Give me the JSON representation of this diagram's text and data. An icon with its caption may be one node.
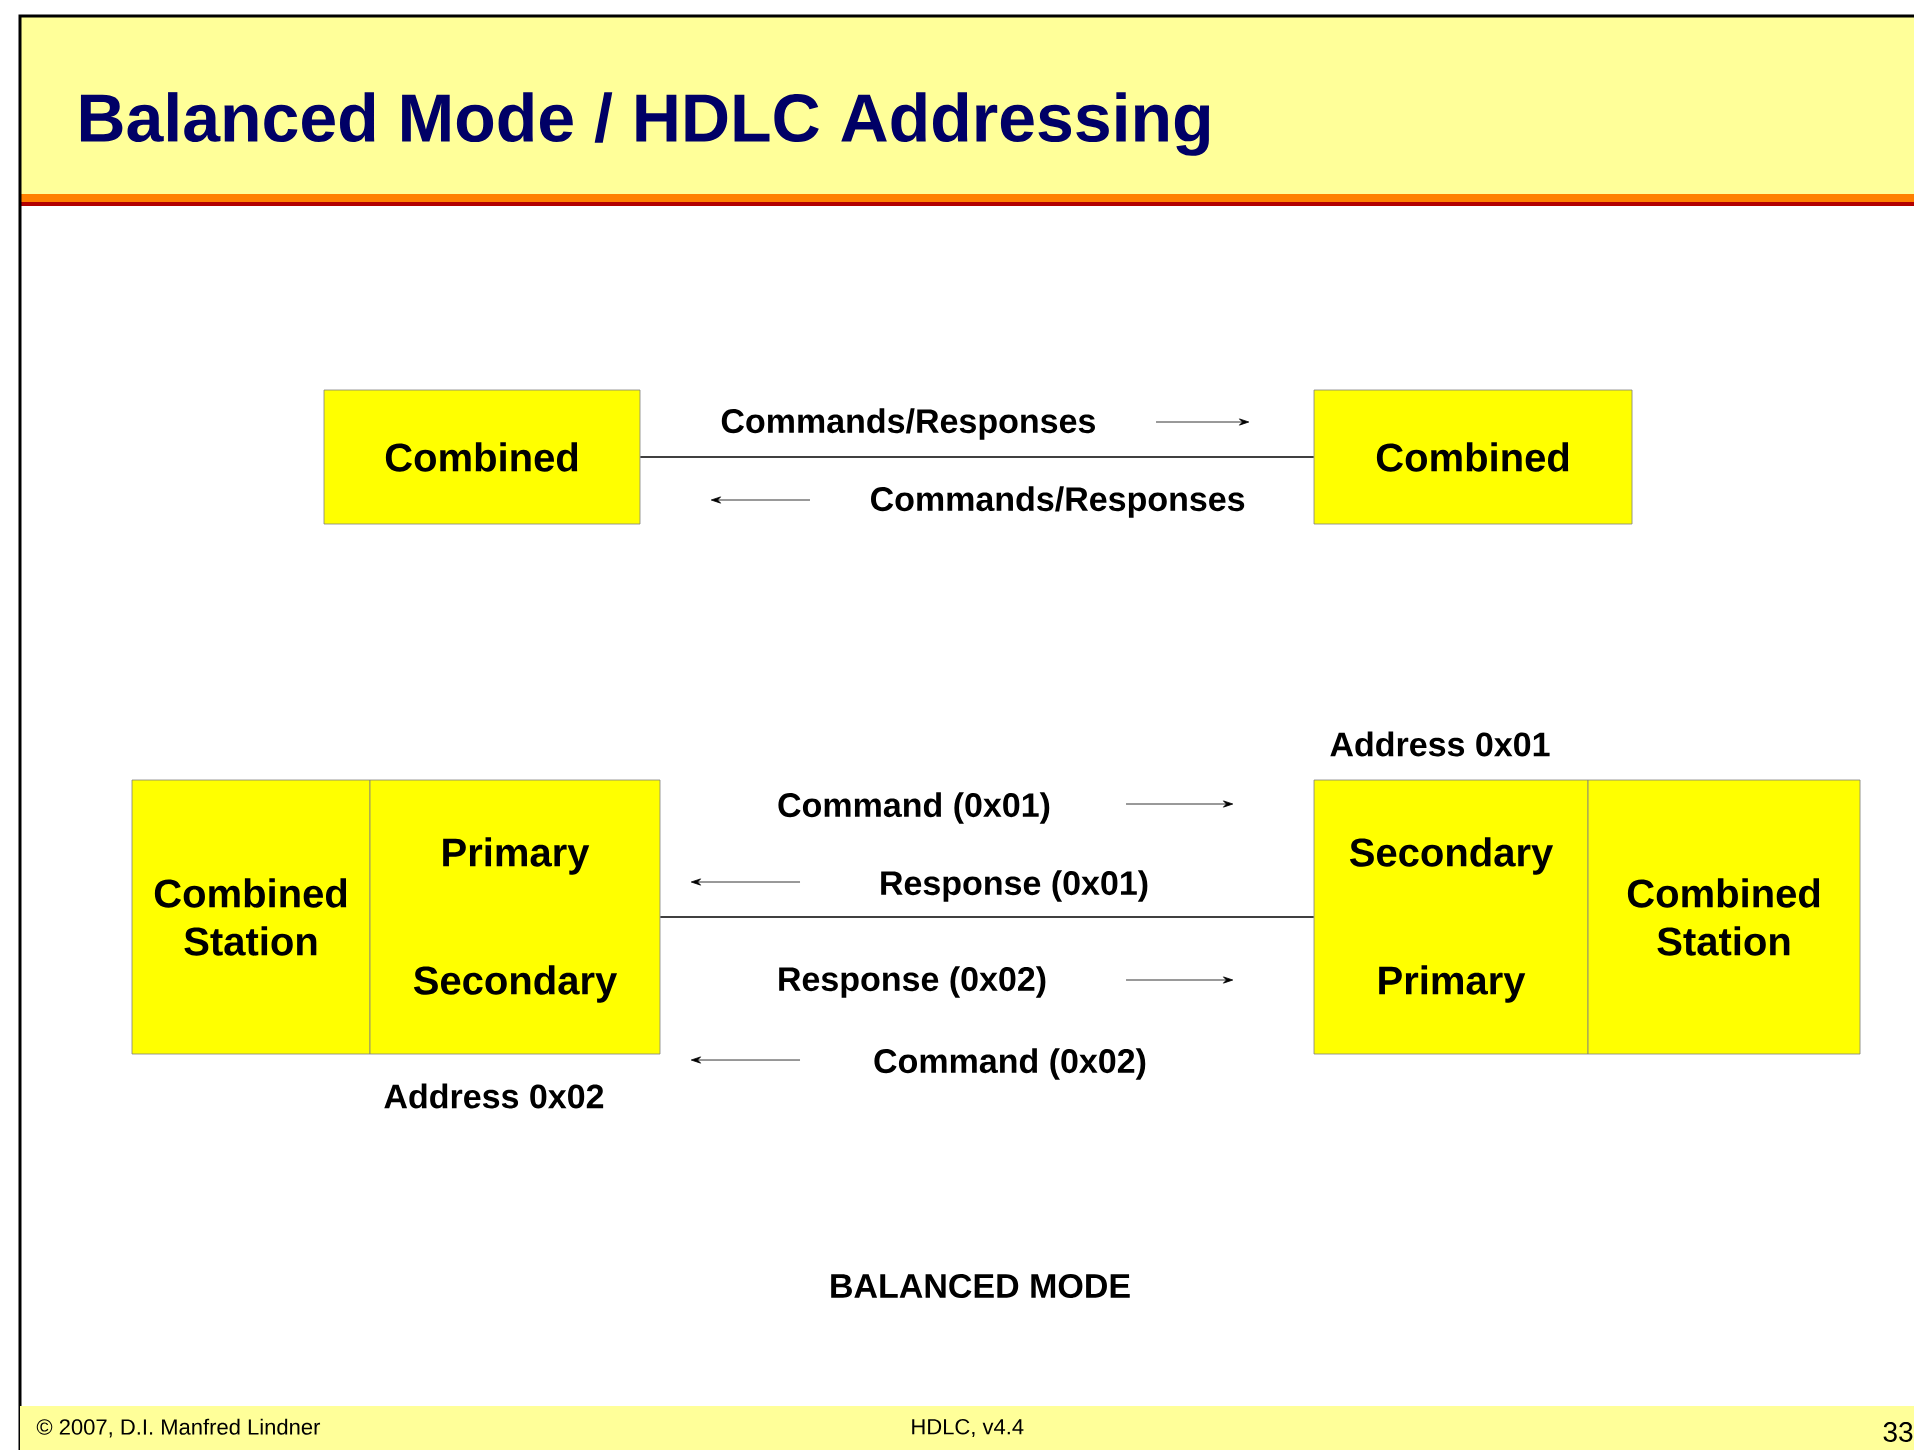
{
  "diagram": {
    "title": "Balanced Mode / HDLC Addressing",
    "nodes": [
      {
        "text": [
          "Combined"
        ]
      },
      {
        "text": [
          "Combined"
        ]
      },
      {
        "text": [
          "Combined Station"
        ]
      },
      {
        "text": [
          "Primary",
          "Secondary"
        ],
        "beside": [
          "Address 0x02"
        ]
      },
      {
        "text": [
          "Secondary",
          "Primary"
        ],
        "beside": [
          "Address 0x01"
        ]
      },
      {
        "text": [
          "Combined Station"
        ]
      }
    ],
    "edges": [
      {
        "from": 0,
        "to": 1,
        "arrow": "none"
      },
      {
        "from": 3,
        "to": 4,
        "arrow": "none"
      }
    ],
    "labels": [
      "Commands/Responses",
      "Commands/Responses",
      "Command (0x01)",
      "Response (0x01)",
      "Response (0x02)",
      "Command (0x02)",
      "BALANCED MODE",
      "© 2007, D.I. Manfred Lindner",
      "HDLC, v4.4",
      "33"
    ]
  }
}
